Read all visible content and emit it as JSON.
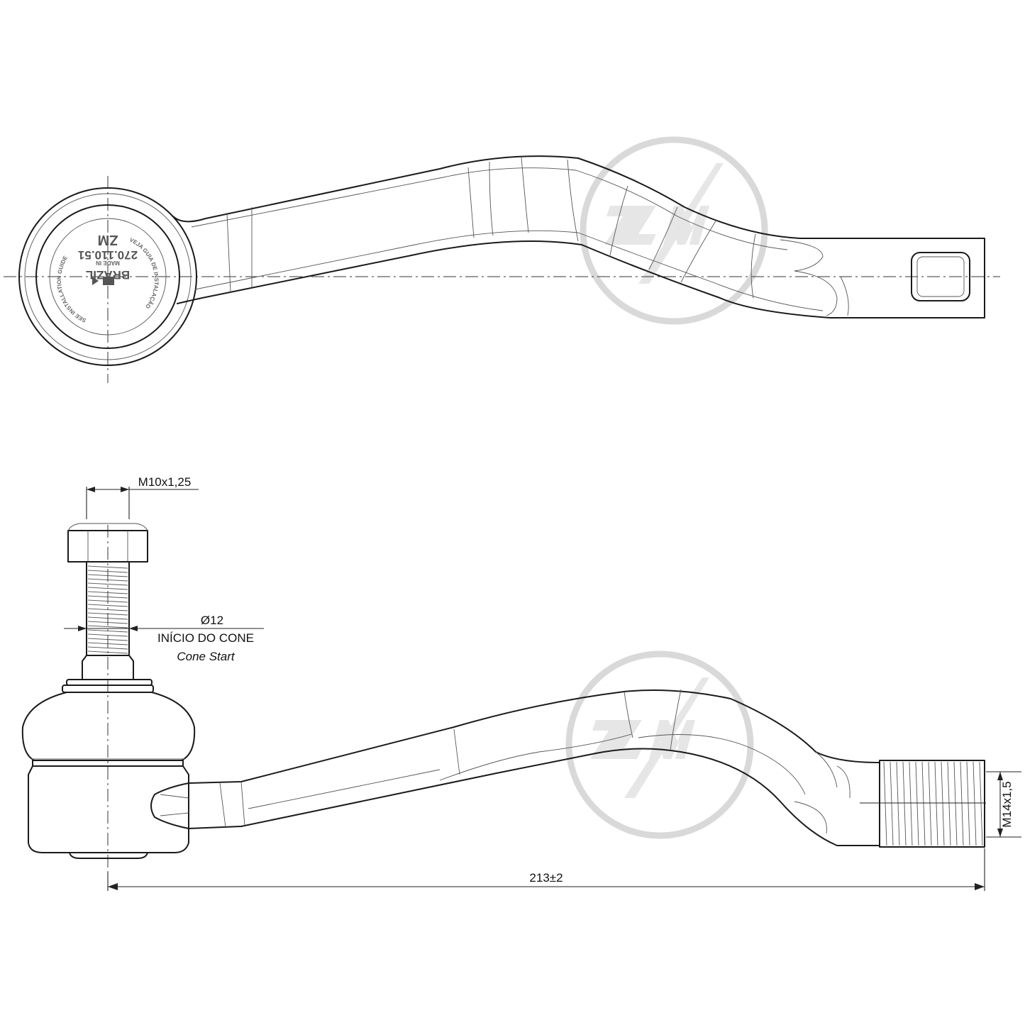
{
  "dimensions": {
    "stud_thread": "M10x1,25",
    "cone_diameter": "Ø12",
    "cone_start_pt": "INÍCIO DO CONE",
    "cone_start_en": "Cone Start",
    "body_thread": "M14x1,5",
    "overall_length": "213±2"
  },
  "stamp": {
    "brand": "ZM",
    "part_number": "270.110.51",
    "made_in": "MADE IN",
    "country": "BRAZIL",
    "guide_pt": "VEJA GUIA DE INSTALAÇÃO",
    "guide_en": "SEE INSTALLATION GUIDE"
  },
  "colors": {
    "ink": "#1a1a1a",
    "watermark": "#d9d9d9"
  },
  "icons": [
    "watermark-logo-icon",
    "stamp-logo-icon"
  ]
}
